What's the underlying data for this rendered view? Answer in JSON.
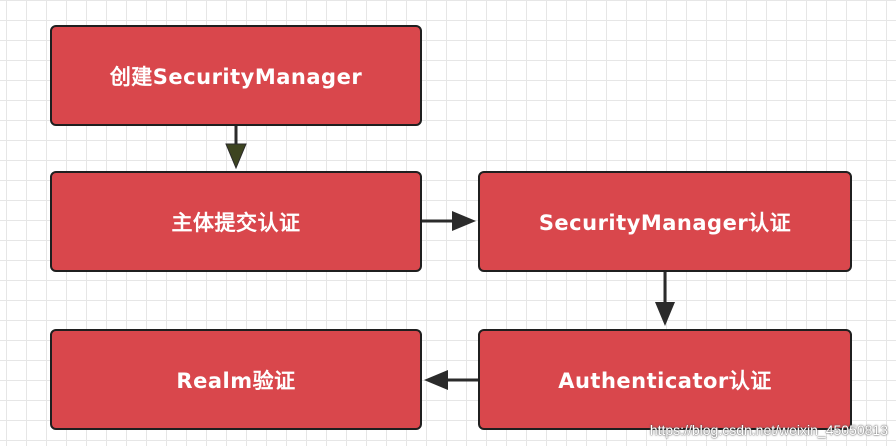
{
  "colors": {
    "node_fill": "#d9474c",
    "node_border": "#1f1f1f",
    "node_text": "#ffffff",
    "arrow_down_first": "#3d4420",
    "arrow": "#2b2b2b",
    "grid": "#e6e6e6"
  },
  "nodes": {
    "create_security_manager": "创建SecurityManager",
    "subject_submit_auth": "主体提交认证",
    "security_manager_auth": "SecurityManager认证",
    "realm_verify": "Realm验证",
    "authenticator_auth": "Authenticator认证"
  },
  "watermark": "https://blog.csdn.net/weixin_45050813"
}
